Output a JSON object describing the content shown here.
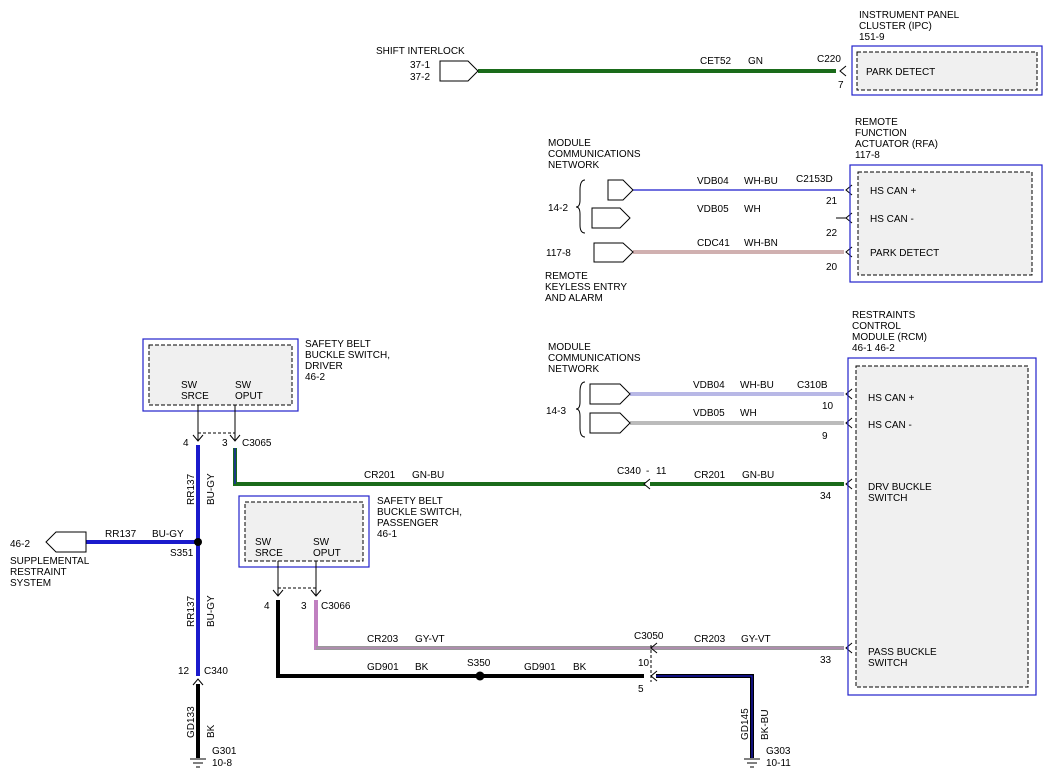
{
  "colors": {
    "green": "#1a6b1a",
    "blue": "#1a1acc",
    "black": "#000000",
    "violet": "#c080c0",
    "gray": "#9a9a9a",
    "box_border": "#2222cc"
  },
  "components": {
    "ipc": {
      "title_lines": [
        "INSTRUMENT PANEL",
        "CLUSTER (IPC)",
        "151-9"
      ],
      "pins": [
        {
          "label": "PARK DETECT"
        }
      ]
    },
    "rfa": {
      "title_lines": [
        "REMOTE",
        "FUNCTION",
        "ACTUATOR (RFA)",
        "117-8"
      ],
      "pins": [
        {
          "label": "HS CAN +"
        },
        {
          "label": "HS CAN -"
        },
        {
          "label": "PARK DETECT"
        }
      ]
    },
    "rcm": {
      "title_lines": [
        "RESTRAINTS",
        "CONTROL",
        "MODULE (RCM)",
        "46-1  46-2"
      ],
      "pins": [
        {
          "label_lines": [
            "HS CAN +"
          ]
        },
        {
          "label_lines": [
            "HS CAN -"
          ]
        },
        {
          "label_lines": [
            "DRV BUCKLE",
            "SWITCH"
          ]
        },
        {
          "label_lines": [
            "PASS BUCKLE",
            "SWITCH"
          ]
        }
      ]
    },
    "driver_switch": {
      "title_lines": [
        "SAFETY BELT",
        "BUCKLE SWITCH,",
        "DRIVER",
        "46-2"
      ],
      "pins": [
        {
          "label_lines": [
            "SW",
            "SRCE"
          ]
        },
        {
          "label_lines": [
            "SW",
            "OPUT"
          ]
        }
      ]
    },
    "pass_switch": {
      "title_lines": [
        "SAFETY BELT",
        "BUCKLE SWITCH,",
        "PASSENGER",
        "46-1"
      ],
      "pins": [
        {
          "label_lines": [
            "SW",
            "SRCE"
          ]
        },
        {
          "label_lines": [
            "SW",
            "OPUT"
          ]
        }
      ]
    }
  },
  "refs": {
    "shift_interlock": {
      "label": "SHIFT INTERLOCK",
      "pages": [
        "37-1",
        "37-2"
      ]
    },
    "mcn1": {
      "label_lines": [
        "MODULE",
        "COMMUNICATIONS",
        "NETWORK"
      ],
      "page": "14-2"
    },
    "mcn2": {
      "label_lines": [
        "MODULE",
        "COMMUNICATIONS",
        "NETWORK"
      ],
      "page": "14-3"
    },
    "rke": {
      "page": "117-8",
      "label_lines": [
        "REMOTE",
        "KEYLESS ENTRY",
        "AND ALARM"
      ]
    },
    "srs": {
      "page": "46-2",
      "label_lines": [
        "SUPPLEMENTAL",
        "RESTRAINT",
        "SYSTEM"
      ]
    }
  },
  "wires": {
    "cet52": {
      "circuit": "CET52",
      "color": "GN"
    },
    "vdb04_a": {
      "circuit": "VDB04",
      "color": "WH-BU"
    },
    "vdb05_a": {
      "circuit": "VDB05",
      "color": "WH"
    },
    "cdc41": {
      "circuit": "CDC41",
      "color": "WH-BN"
    },
    "vdb04_b": {
      "circuit": "VDB04",
      "color": "WH-BU"
    },
    "vdb05_b": {
      "circuit": "VDB05",
      "color": "WH"
    },
    "cr201_a": {
      "circuit": "CR201",
      "color": "GN-BU"
    },
    "cr201_b": {
      "circuit": "CR201",
      "color": "GN-BU"
    },
    "rr137_v1": {
      "circuit": "RR137",
      "color": "BU-GY"
    },
    "rr137_h": {
      "circuit": "RR137",
      "color": "BU-GY"
    },
    "rr137_v2": {
      "circuit": "RR137",
      "color": "BU-GY"
    },
    "cr203_a": {
      "circuit": "CR203",
      "color": "GY-VT"
    },
    "cr203_b": {
      "circuit": "CR203",
      "color": "GY-VT"
    },
    "gd901_a": {
      "circuit": "GD901",
      "color": "BK"
    },
    "gd901_b": {
      "circuit": "GD901",
      "color": "BK"
    },
    "gd133": {
      "circuit": "GD133",
      "color": "BK"
    },
    "gd145": {
      "circuit": "GD145",
      "color": "BK-BU"
    }
  },
  "connectors": {
    "c220": {
      "name": "C220",
      "pin": "7"
    },
    "c2153d": {
      "name": "C2153D",
      "pins": [
        "21",
        "22",
        "20"
      ]
    },
    "c310b": {
      "name": "C310B",
      "pins": [
        "10",
        "9"
      ]
    },
    "rcm_pins": [
      "34",
      "33"
    ],
    "c3065": {
      "name": "C3065",
      "pins": [
        "4",
        "3"
      ]
    },
    "c3066": {
      "name": "C3066",
      "pins": [
        "4",
        "3"
      ]
    },
    "c340": {
      "name": "C340",
      "pin": "11",
      "dash": "-"
    },
    "c340_lower": {
      "name": "C340",
      "pin": "12"
    },
    "c3050": {
      "name": "C3050",
      "pins": [
        "10",
        "5"
      ]
    }
  },
  "splices": {
    "s351": "S351",
    "s350": "S350"
  },
  "grounds": {
    "g301": {
      "name": "G301",
      "page": "10-8"
    },
    "g303": {
      "name": "G303",
      "page": "10-11"
    }
  }
}
